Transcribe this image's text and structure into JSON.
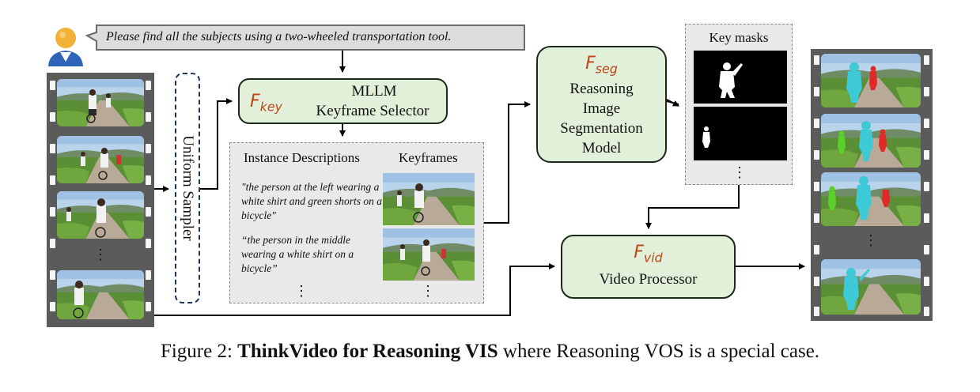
{
  "prompt": {
    "text": "Please find all the subjects using a two-wheeled transportation tool."
  },
  "sampler": {
    "label": "Uniform Sampler"
  },
  "keyframe_selector": {
    "symbol": "F",
    "subscript": "key",
    "line1": "MLLM",
    "line2": "Keyframe Selector"
  },
  "selection": {
    "descriptions_header": "Instance Descriptions",
    "keyframes_header": "Keyframes",
    "desc1": "\"the person at the left wearing a white shirt and green shorts on a bicycle\"",
    "desc2": "“the person in the middle wearing a white shirt on a bicycle”",
    "ellipsis": "⋮"
  },
  "segmentation": {
    "symbol": "F",
    "subscript": "seg",
    "line1": "Reasoning",
    "line2": "Image",
    "line3": "Segmentation",
    "line4": "Model"
  },
  "key_masks": {
    "header": "Key masks",
    "ellipsis": "⋮"
  },
  "video_processor": {
    "symbol": "F",
    "subscript": "vid",
    "label": "Video Processor"
  },
  "film_ellipsis": "⋮",
  "caption": {
    "prefix": "Figure 2: ",
    "bold": "ThinkVideo for Reasoning VIS",
    "suffix": " where Reasoning VOS is a special case."
  },
  "colors": {
    "model_fill": "#e2f0d9",
    "math_label": "#c0461b",
    "mask_cyan": "#3dc9d6",
    "mask_red": "#e02a2a",
    "mask_green": "#5ad12a"
  }
}
